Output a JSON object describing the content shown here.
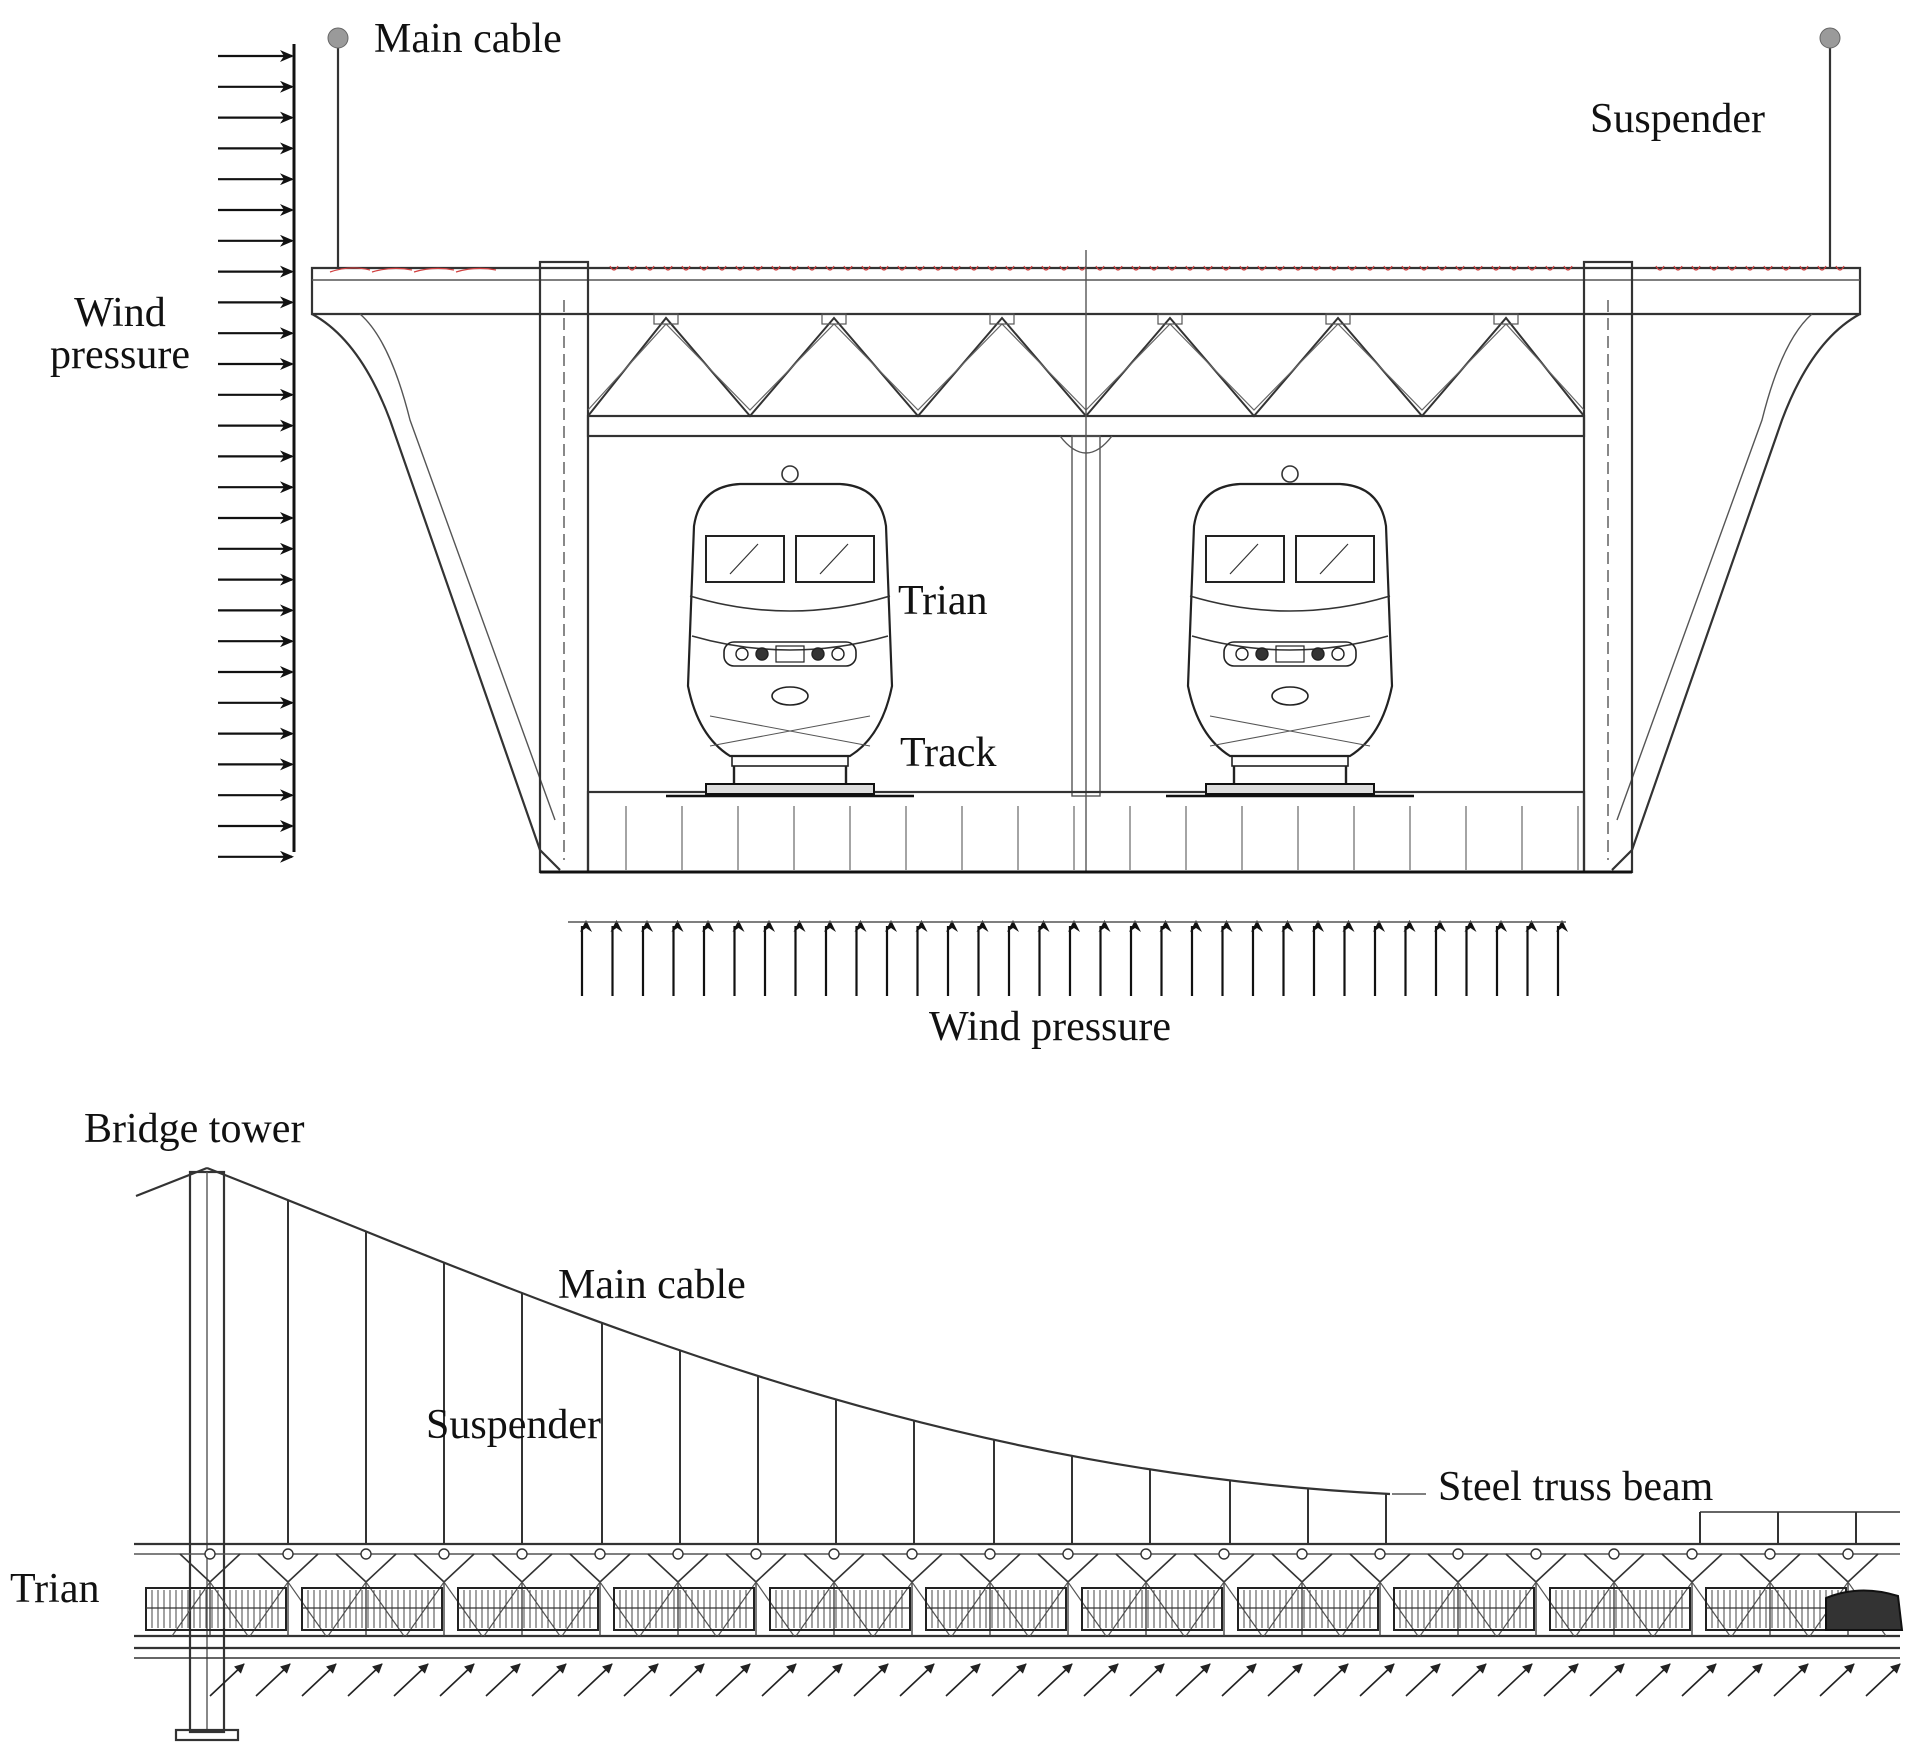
{
  "cross_section": {
    "main_cable_label": "Main cable",
    "suspender_label": "Suspender",
    "wind_left_label_line1": "Wind",
    "wind_left_label_line2": "pressure",
    "train_label": "Trian",
    "track_label": "Track",
    "wind_bottom_label": "Wind pressure"
  },
  "elevation": {
    "bridge_tower_label": "Bridge tower",
    "main_cable_label": "Main cable",
    "suspender_label": "Suspender",
    "steel_truss_label": "Steel truss beam",
    "train_label": "Trian"
  },
  "colors": {
    "line": "#222222",
    "red_detail": "#d04040",
    "node_gray": "#9a9a9a"
  }
}
